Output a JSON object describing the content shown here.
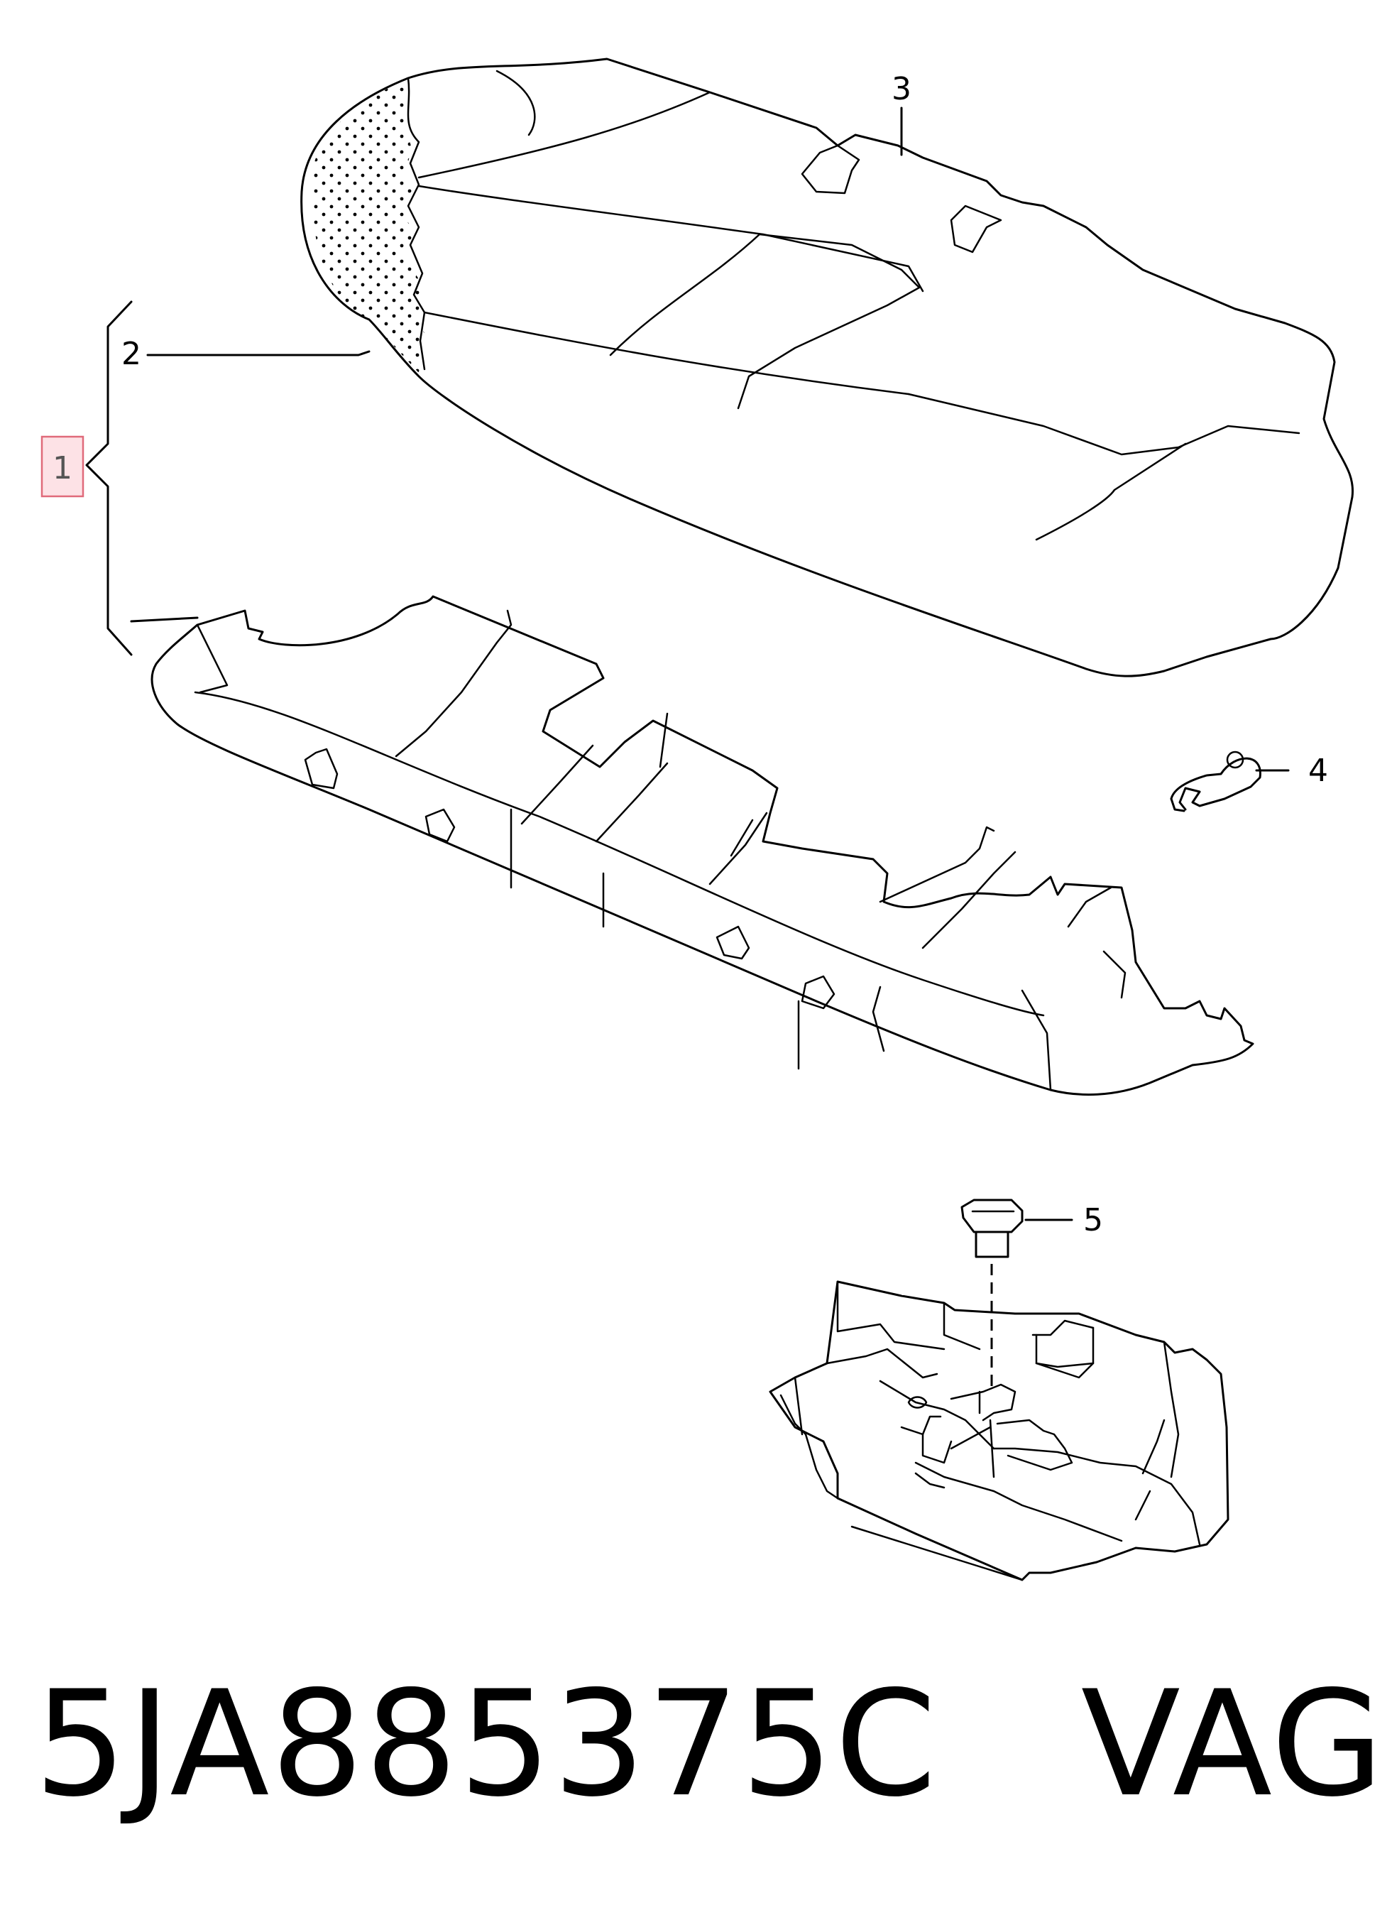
{
  "callouts": {
    "item1": "1",
    "item2": "2",
    "item3": "3",
    "item4": "4",
    "item5": "5"
  },
  "part_number": "5JA885375C",
  "brand": "VAG",
  "colors": {
    "line": "#000000",
    "highlight_fill": "#fde2e6",
    "highlight_stroke": "#e06a7a"
  }
}
